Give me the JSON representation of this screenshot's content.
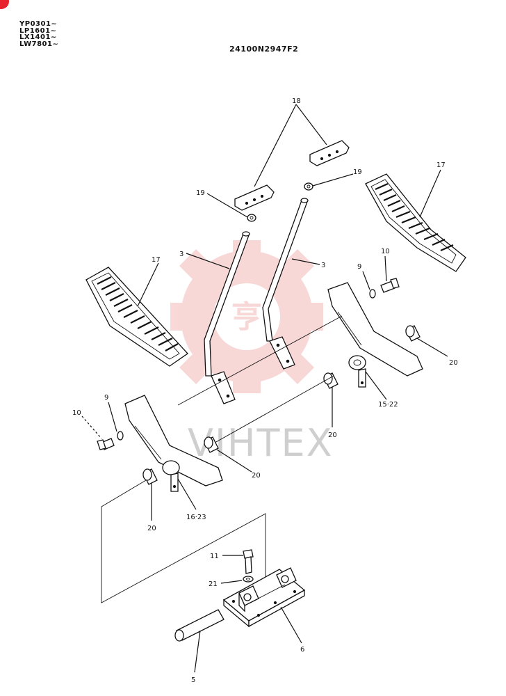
{
  "header": {
    "serial_ranges": [
      "YP0301~",
      "LP1601~",
      "LX1401~",
      "LW7801~"
    ],
    "drawing_code": "24100N2947F2"
  },
  "watermark": {
    "text": "VIHTEX",
    "color": "#f4b8b8"
  },
  "colors": {
    "badge": "#e8222e",
    "ink": "#111111"
  },
  "callouts": {
    "c18": "18",
    "c19a": "19",
    "c19b": "19",
    "c17a": "17",
    "c17b": "17",
    "c3a": "3",
    "c3b": "3",
    "c10a": "10",
    "c10b": "10",
    "c9a": "9",
    "c9b": "9",
    "c20a": "20",
    "c20b": "20",
    "c20c": "20",
    "c20d": "20",
    "c15_22": "15·22",
    "c16_23": "16·23",
    "c11": "11",
    "c21": "21",
    "c6": "6",
    "c5": "5"
  }
}
